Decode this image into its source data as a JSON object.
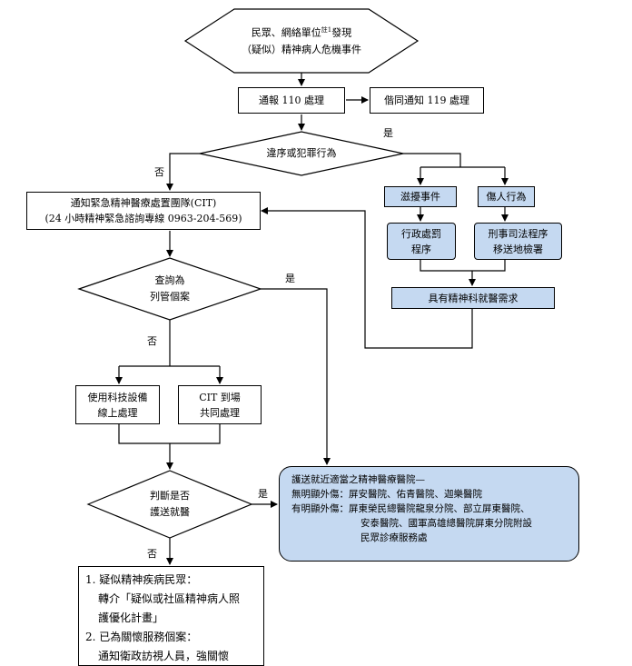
{
  "start": {
    "line1_pre": "民眾、網絡單位",
    "line1_sup": "註1",
    "line1_post": "發現",
    "line2": "（疑似）精神病人危機事件"
  },
  "report_110": "通報 110 處理",
  "notify_119": "偕同通知 119 處理",
  "decision_crime": "違序或犯罪行為",
  "label_yes_crime": "是",
  "label_no_crime": "否",
  "cit_notify": {
    "line1": "通知緊急精神醫療處置團隊(CIT)",
    "line2": "(24 小時精神緊急諮詢專線 0963-204-569)"
  },
  "disturbance": "滋擾事件",
  "injury": "傷人行為",
  "admin_penalty": {
    "line1": "行政處罰",
    "line2": "程序"
  },
  "criminal_proc": {
    "line1": "刑事司法程序",
    "line2": "移送地檢署"
  },
  "psych_need": "具有精神科就醫需求",
  "decision_case": {
    "line1": "查詢為",
    "line2": "列管個案"
  },
  "label_yes_case": "是",
  "label_no_case": "否",
  "tech_online": {
    "line1": "使用科技設備",
    "line2": "線上處理"
  },
  "cit_onsite": {
    "line1": "CIT 到場",
    "line2": "共同處理"
  },
  "decision_escort": {
    "line1": "判斷是否",
    "line2": "護送就醫"
  },
  "label_yes_escort": "是",
  "label_no_escort": "否",
  "hospital": {
    "title": "護送就近適當之精神醫療醫院—",
    "no_injury": "無明顯外傷：屏安醫院、佑青醫院、迦樂醫院",
    "injury_line1": "有明顯外傷：屏東榮民總醫院龍泉分院、部立屏東醫院、",
    "injury_line2": "安泰醫院、國軍高雄總醫院屏東分院附設",
    "injury_line3": "民眾診療服務處"
  },
  "outcome": {
    "item1_title": "1. 疑似精神疾病民眾：",
    "item1_line2": "轉介「疑似或社區精神病人照",
    "item1_line3": "護優化計畫」",
    "item2_title": "2. 已為關懷服務個案：",
    "item2_line2": "通知衛政訪視人員，強關懷"
  }
}
